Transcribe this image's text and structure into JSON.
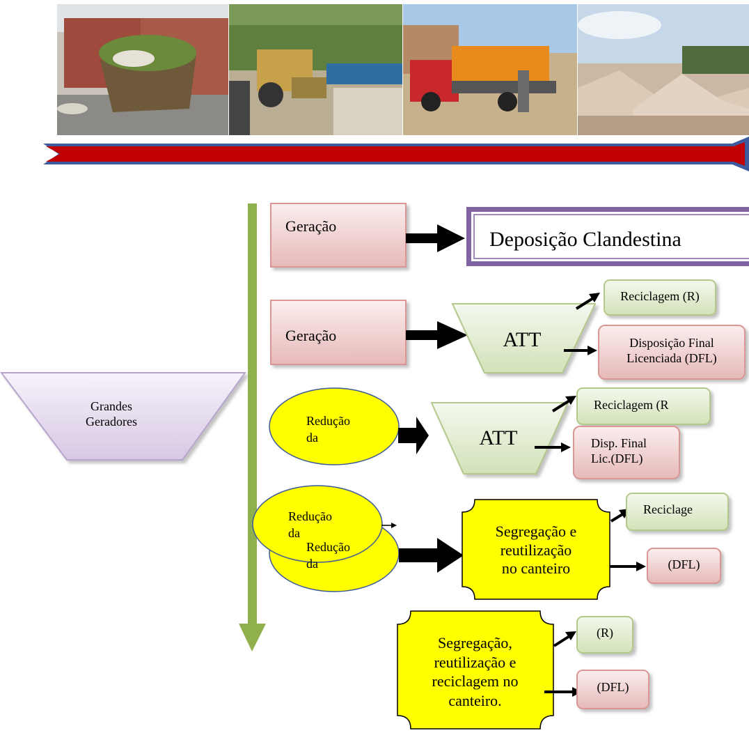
{
  "photos": [
    {
      "icon": "dumpster-photo"
    },
    {
      "icon": "loader-photo"
    },
    {
      "icon": "truck-photo"
    },
    {
      "icon": "sand-piles-photo"
    }
  ],
  "colors": {
    "arrow_red": "#c00000",
    "arrow_blue": "#3d5a9e",
    "timeline_green": "#8fb04c",
    "pink_fill": "#f2d4d3",
    "pink_border": "#d99694",
    "green_fill": "#e4eed6",
    "green_border": "#9bbb59",
    "purple_border": "#8064a2",
    "yellow": "#ffff00"
  },
  "left_node": {
    "label": "Grandes\nGeradores"
  },
  "row1": {
    "source": "Geração",
    "target": "Deposição Clandestina"
  },
  "row2": {
    "source": "Geração",
    "hub": "ATT",
    "out_r": "Reciclagem (R)",
    "out_dfl": "Disposição Final\nLicenciada (DFL)"
  },
  "row3": {
    "source": "Redução\nda",
    "hub": "ATT",
    "out_r": "Reciclagem (R",
    "out_dfl": "Disp. Final\nLic.(DFL)"
  },
  "row4": {
    "source": "Redução\nda",
    "hub": "Segregação e\nreutilização\nno canteiro",
    "out_r": "Reciclage",
    "out_dfl": "(DFL)"
  },
  "row5": {
    "source": "Redução\nda",
    "hub": "Segregação,\nreutilização e\nreciclagem no\ncanteiro.",
    "out_r": "(R)",
    "out_dfl": "(DFL)"
  }
}
